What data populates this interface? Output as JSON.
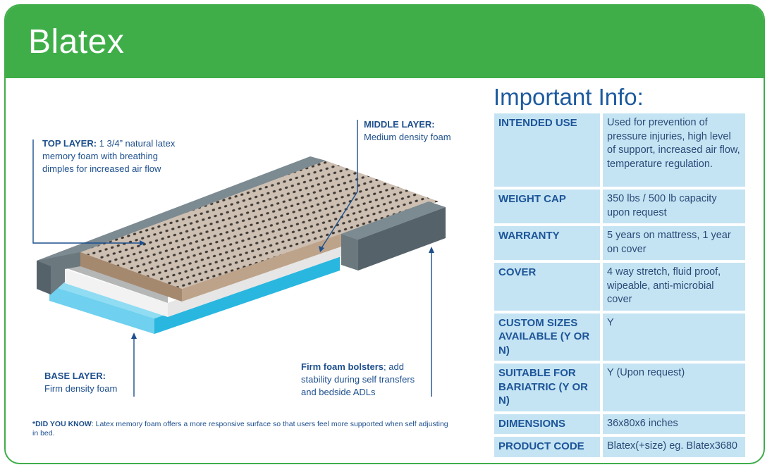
{
  "brand": "Blatex",
  "info_title": "Important Info:",
  "info_rows": [
    {
      "key": "INTENDED USE",
      "value": "Used for prevention of pressure injuries, high level of support, increased air flow, temperature regulation."
    },
    {
      "key": "WEIGHT CAP",
      "value": "350 lbs / 500 lb capacity upon request"
    },
    {
      "key": "WARRANTY",
      "value": "5 years on mattress, 1 year on cover"
    },
    {
      "key": "COVER",
      "value": "4 way stretch, fluid proof, wipeable, anti-microbial cover"
    },
    {
      "key": "CUSTOM SIZES AVAILABLE (Y OR N)",
      "value": "Y"
    },
    {
      "key": "SUITABLE FOR BARIATRIC (Y OR N)",
      "value": "Y (Upon request)"
    },
    {
      "key": "DIMENSIONS",
      "value": "36x80x6 inches"
    },
    {
      "key": "PRODUCT CODE",
      "value": "Blatex(+size) eg. Blatex3680"
    }
  ],
  "callouts": {
    "top_layer": {
      "label": "TOP LAYER:",
      "text": " 1 3/4” natural latex memory foam with breathing dimples for increased air flow"
    },
    "middle_layer": {
      "label": "MIDDLE LAYER:",
      "text": "Medium density foam"
    },
    "base_layer": {
      "label": "BASE LAYER:",
      "text": "Firm density foam"
    },
    "bolsters": {
      "label": "Firm foam bolsters",
      "text": "; add stability during self transfers and bedside ADLs"
    }
  },
  "note": {
    "label": "*DID YOU KNOW",
    "text": ": Latex memory foam offers a more responsive surface so that users feel more supported when self adjusting in bed."
  },
  "colors": {
    "brand_green": "#3fae49",
    "heading_blue": "#1d5a9e",
    "table_fill": "#c5e4f3",
    "base_layer_cyan": "#29b7e0",
    "latex_tan": "#bdab99",
    "bolster_grey": "#5f6d74"
  }
}
